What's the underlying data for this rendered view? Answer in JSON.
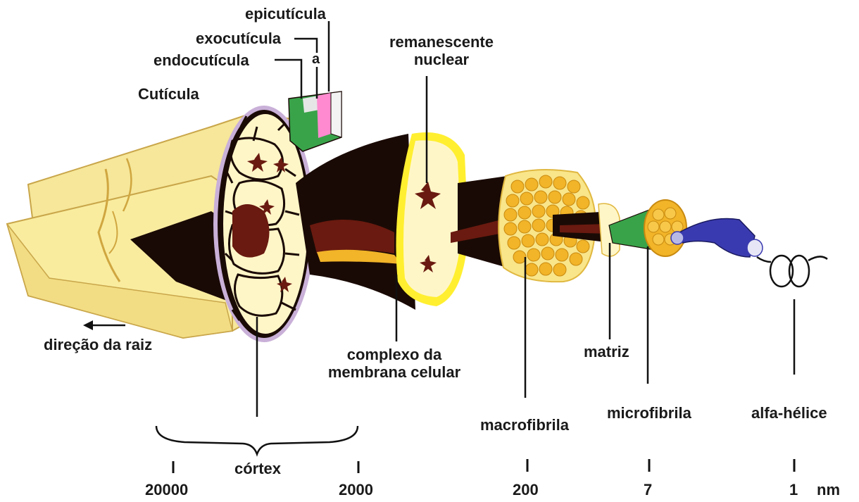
{
  "labels": {
    "epicuticula": "epicutícula",
    "exocuticula": "exocutícula",
    "endocuticula": "endocutícula",
    "a": "a",
    "cuticula": "Cutícula",
    "remanescente_line1": "remanescente",
    "remanescente_line2": "nuclear",
    "direcao": "direção da raiz",
    "complexo_line1": "complexo da",
    "complexo_line2": "membrana celular",
    "matriz": "matriz",
    "macrofibrila": "macrofibrila",
    "microfibrila": "microfibrila",
    "alfa_helice": "alfa-hélice",
    "cortex": "córtex"
  },
  "scale": {
    "ticks": [
      "20000",
      "2000",
      "200",
      "7",
      "1"
    ],
    "unit": "nm"
  },
  "colors": {
    "hair": "#f6e79a",
    "hair_dark": "#e8c95c",
    "interior": "#1a0a05",
    "cortex_red": "#6a1a10",
    "cell_fill": "#fff6c8",
    "fibril": "#f2b428",
    "epi": "#ff8ad0",
    "exo": "#e6e6e6",
    "endo": "#39a34a",
    "helix_blue": "#3a3ab0"
  }
}
